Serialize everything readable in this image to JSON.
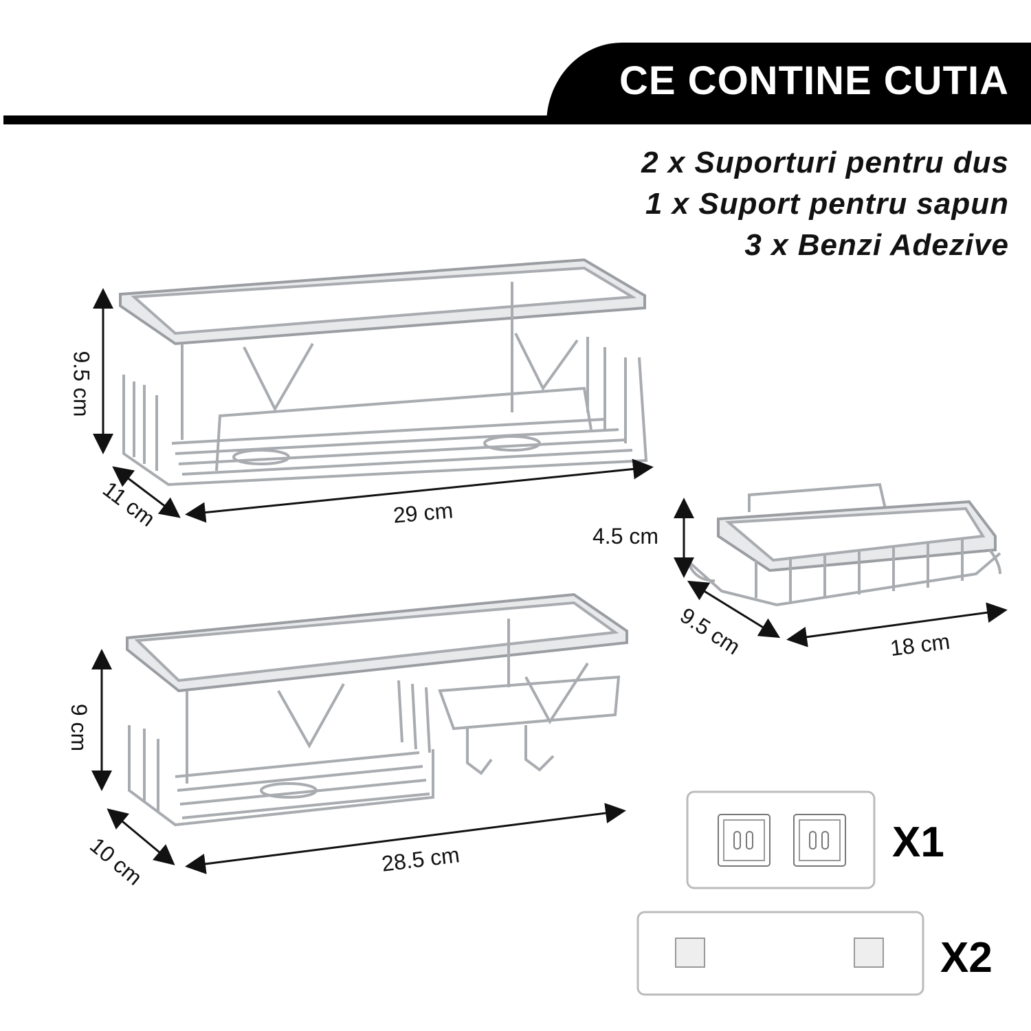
{
  "header": {
    "title": "CE CONTINE CUTIA"
  },
  "contents": [
    "2 x Suporturi pentru dus",
    "1 x Suport pentru sapun",
    "3 x Benzi Adezive"
  ],
  "shelf1": {
    "height": "9.5 cm",
    "depth": "11 cm",
    "width": "29 cm"
  },
  "shelf2": {
    "height": "9 cm",
    "depth": "10 cm",
    "width": "28.5 cm"
  },
  "soap": {
    "height": "4.5 cm",
    "depth": "9.5 cm",
    "width": "18 cm"
  },
  "adhesives": [
    {
      "qty": "X1"
    },
    {
      "qty": "X2"
    }
  ],
  "colors": {
    "banner": "#000000",
    "metal": "#b9bcc0"
  }
}
